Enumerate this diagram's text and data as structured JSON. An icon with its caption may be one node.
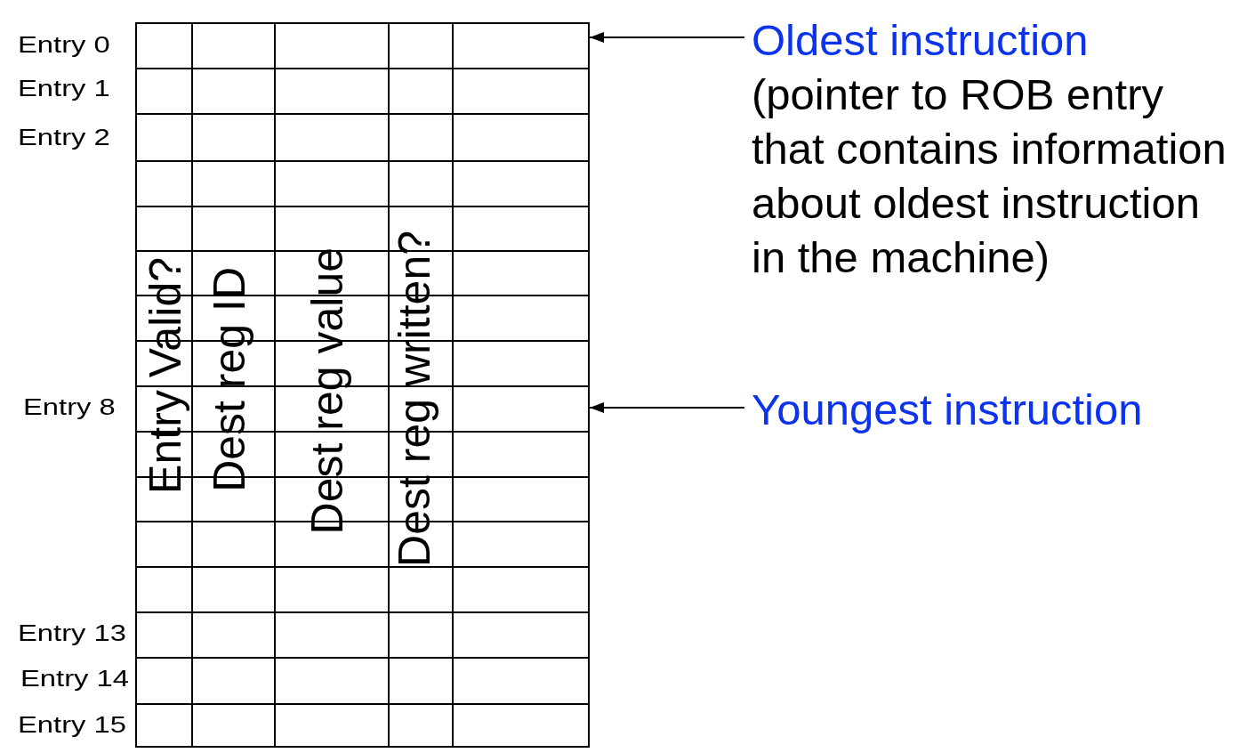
{
  "diagram": {
    "nodes": [
      {
        "text": [],
        "shape": "box",
        "beside": [
          "Entry 0"
        ]
      },
      {
        "text": [
          "Oldest instruction",
          "(pointer to ROB entry that contains information about oldest instruction in the machine)"
        ]
      },
      {
        "text": [],
        "shape": "box",
        "beside": [
          "Entry 8"
        ]
      },
      {
        "text": [
          "Youngest instruction"
        ]
      }
    ],
    "edges": [
      {
        "from": 1,
        "to": 0,
        "arrow": "to"
      },
      {
        "from": 3,
        "to": 2,
        "arrow": "to"
      }
    ],
    "labels": [
      "Entry 1",
      "Entry 2",
      "Entry Valid?",
      "Dest reg ID",
      "Dest reg value",
      "Dest reg written?",
      "Entry 13",
      "Entry 14",
      "Entry 15"
    ]
  }
}
